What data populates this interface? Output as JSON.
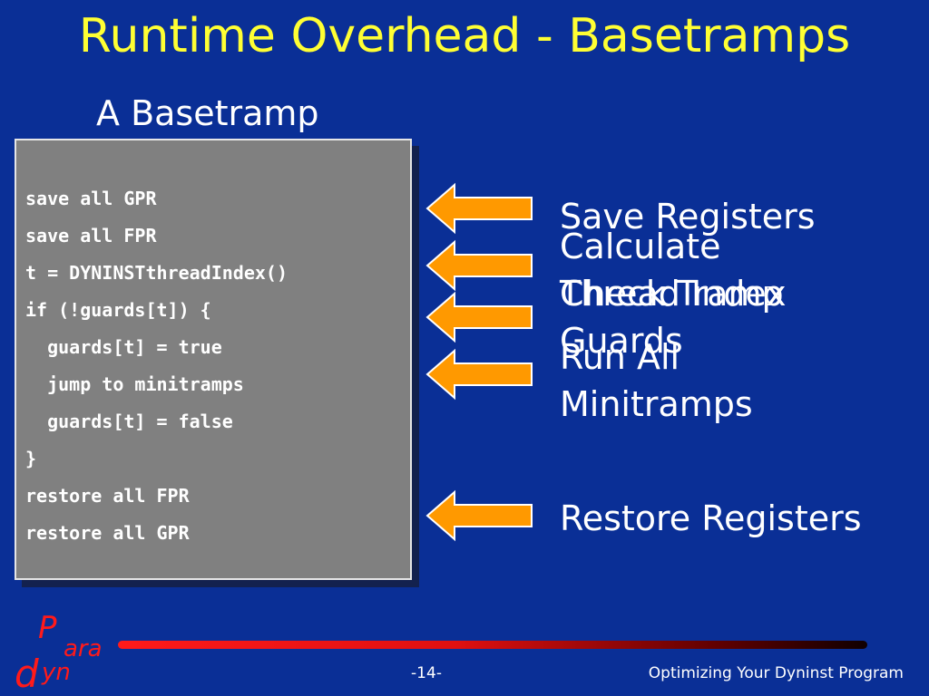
{
  "slide": {
    "title": "Runtime Overhead - Basetramps",
    "subtitle": "A Basetramp"
  },
  "code": {
    "lines": [
      "save all GPR",
      "save all FPR",
      "t = DYNINSTthreadIndex()",
      "if (!guards[t]) {",
      "  guards[t] = true",
      "  jump to minitramps",
      "  guards[t] = false",
      "}",
      "restore all FPR",
      "restore all GPR"
    ]
  },
  "annotations": [
    "Save Registers",
    "Calculate Thread Index",
    "Check Tramp Guards",
    "Run All Minitramps",
    "Restore Registers"
  ],
  "colors": {
    "background": "#0a2f96",
    "title": "#ffff33",
    "arrow_fill": "#ff9900",
    "accent_red": "#ff1a1a"
  },
  "logo": {
    "text_top": "ara",
    "text_bottom": "yn"
  },
  "footer": {
    "page": "-14-",
    "title": "Optimizing Your Dyninst Program"
  }
}
